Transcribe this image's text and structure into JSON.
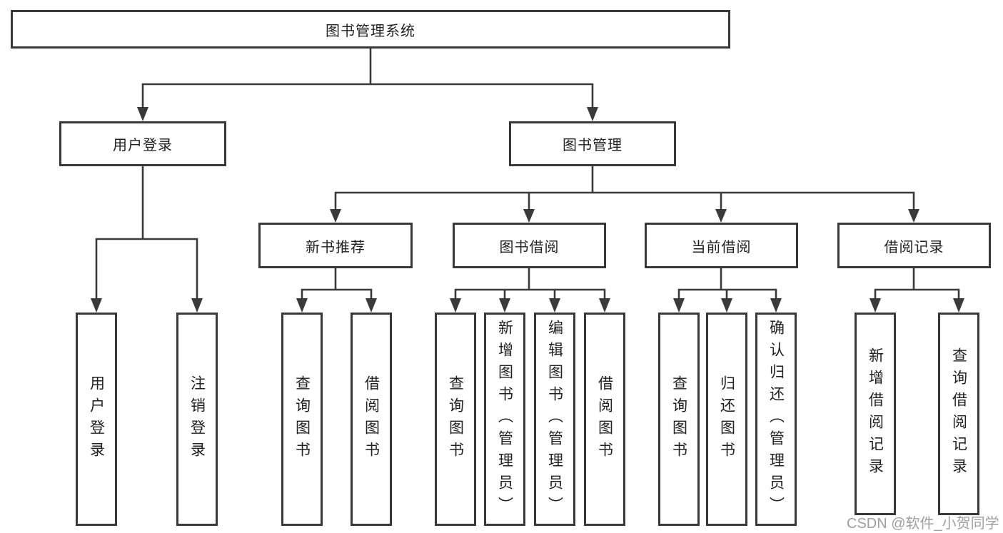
{
  "diagram": {
    "root": {
      "label": "图书管理系统"
    },
    "branches": [
      {
        "label": "用户登录",
        "children": [
          {
            "label": "用户登录"
          },
          {
            "label": "注销登录"
          }
        ]
      },
      {
        "label": "图书管理",
        "children": [
          {
            "label": "新书推荐",
            "children": [
              {
                "label": "查询图书"
              },
              {
                "label": "借阅图书"
              }
            ]
          },
          {
            "label": "图书借阅",
            "children": [
              {
                "label": "查询图书"
              },
              {
                "label": "新增图书（管理员）"
              },
              {
                "label": "编辑图书（管理员）"
              },
              {
                "label": "借阅图书"
              }
            ]
          },
          {
            "label": "当前借阅",
            "children": [
              {
                "label": "查询图书"
              },
              {
                "label": "归还图书"
              },
              {
                "label": "确认归还（管理员）"
              }
            ]
          },
          {
            "label": "借阅记录",
            "children": [
              {
                "label": "新增借阅记录"
              },
              {
                "label": "查询借阅记录"
              }
            ]
          }
        ]
      }
    ]
  },
  "watermark": {
    "text": "CSDN @软件_小贺同学"
  },
  "colors": {
    "line": "#3a3a3a",
    "box_border": "#383838",
    "box_fill": "#ffffff",
    "text": "#212121",
    "watermark": "#9f9f9f",
    "background": "#ffffff"
  }
}
